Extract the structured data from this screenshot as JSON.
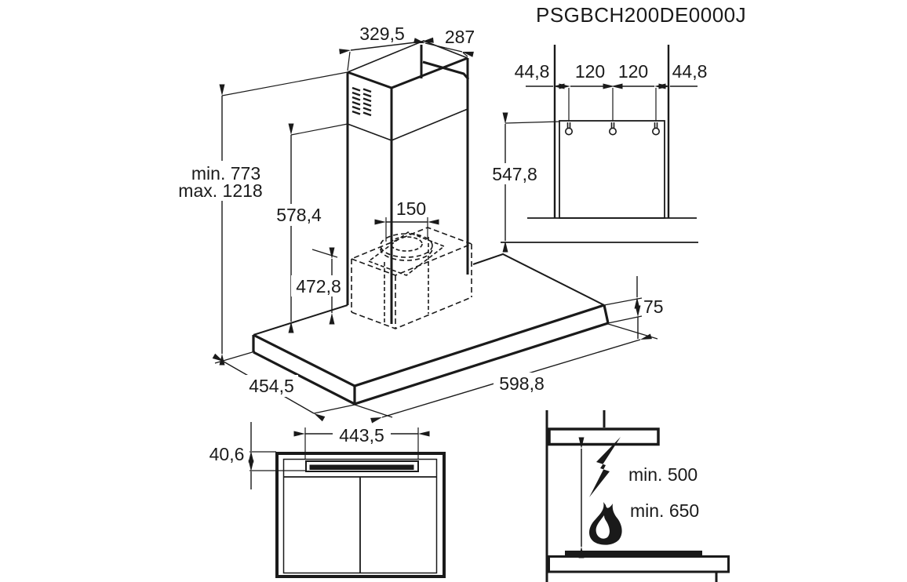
{
  "title": "PSGBCH200DE0000J",
  "colors": {
    "line": "#1a1a1a",
    "background": "#ffffff"
  },
  "iso_view": {
    "top_depth": "329,5",
    "top_width": "287",
    "height_min": "min. 773",
    "height_max": "max. 1218",
    "chimney_lower_height": "578,4",
    "duct_diameter": "150",
    "unit_height": "472,8",
    "body_depth": "454,5",
    "body_width": "598,8",
    "body_thickness": "75"
  },
  "rear_view": {
    "offset_left": "44,8",
    "spacing_left": "120",
    "spacing_right": "120",
    "offset_right": "44,8",
    "bracket_height": "547,8"
  },
  "bottom_view": {
    "cutout_width": "443,5",
    "cutout_offset": "40,6"
  },
  "clearance_view": {
    "electric_clearance": "min. 500",
    "gas_clearance": "min. 650"
  }
}
